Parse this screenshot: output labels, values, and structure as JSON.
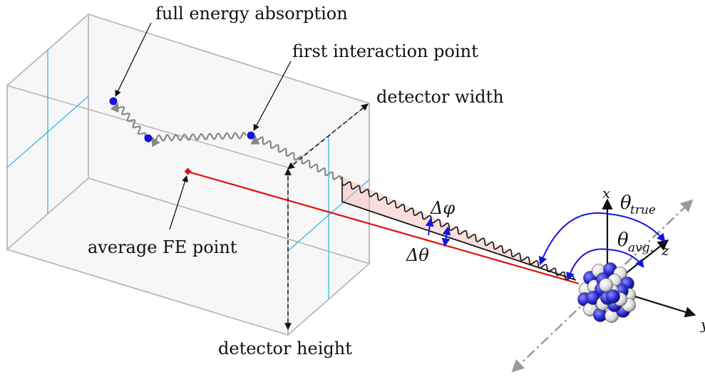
{
  "labels": {
    "full_energy_absorption": "full energy absorption",
    "first_interaction_point": "first interaction point",
    "detector_width": "detector width",
    "average_fe_point": "average FE point",
    "detector_height": "detector height"
  },
  "symbols": {
    "delta_phi": "Δφ",
    "delta_theta": "Δθ",
    "x_axis": "x",
    "z_axis": "z",
    "y_axis_clipped": "y",
    "theta": "θ",
    "theta_true_sub": "true",
    "theta_avg_sub": "avg."
  },
  "colors": {
    "detector_edges": "#b8b8b8",
    "detector_segmentation": "#35b7e6",
    "gamma_track": "#888888",
    "interaction_points": "#1515e0",
    "reconstructed_line": "#e01010",
    "angle_arcs": "#1515e0",
    "beam_axis": "#9a9a9a",
    "nucleus_protons": "#2a2ad8",
    "nucleus_neutrons": "#e6e6e6"
  }
}
